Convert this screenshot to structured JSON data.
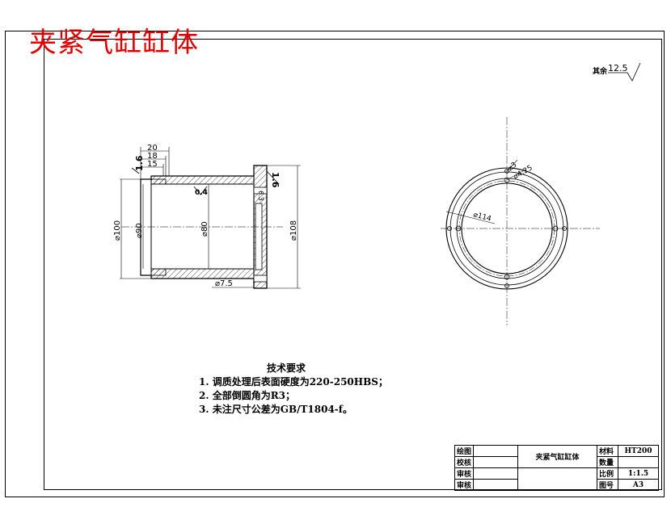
{
  "title": "夹紧气缸缸体",
  "roughness_note": {
    "label": "其余",
    "value": "12.5"
  },
  "section_view": {
    "top_dims": [
      "20",
      "18",
      "15"
    ],
    "roughness_top": "1.6",
    "roughness_flange": "1.6",
    "roughness_inner": "0.4",
    "roughness_small": "6.3",
    "diameters_left": [
      "⌀100",
      "⌀90"
    ],
    "diameter_center": "⌀80",
    "diameter_right": "⌀108",
    "hole_dim": "⌀7.5"
  },
  "end_view": {
    "hole_label": "⌀3",
    "depth_label": "⌀4.25",
    "pcd_label": "⌀114"
  },
  "tech_requirements": {
    "heading": "技术要求",
    "items": [
      "1. 调质处理后表面硬度为220-250HBS；",
      "2. 全部倒圆角为R3；",
      "3. 未注尺寸公差为GB/T1804-f。"
    ]
  },
  "title_block": {
    "row_labels": [
      "绘图",
      "校核",
      "审核",
      "审核"
    ],
    "part_name": "夹紧气缸缸体",
    "material_label": "材料",
    "material_value": "HT200",
    "quantity_label": "数量",
    "quantity_value": "",
    "scale_label": "比例",
    "scale_value": "1:1.5",
    "drawing_no_label": "图号",
    "drawing_no_value": "A3"
  }
}
